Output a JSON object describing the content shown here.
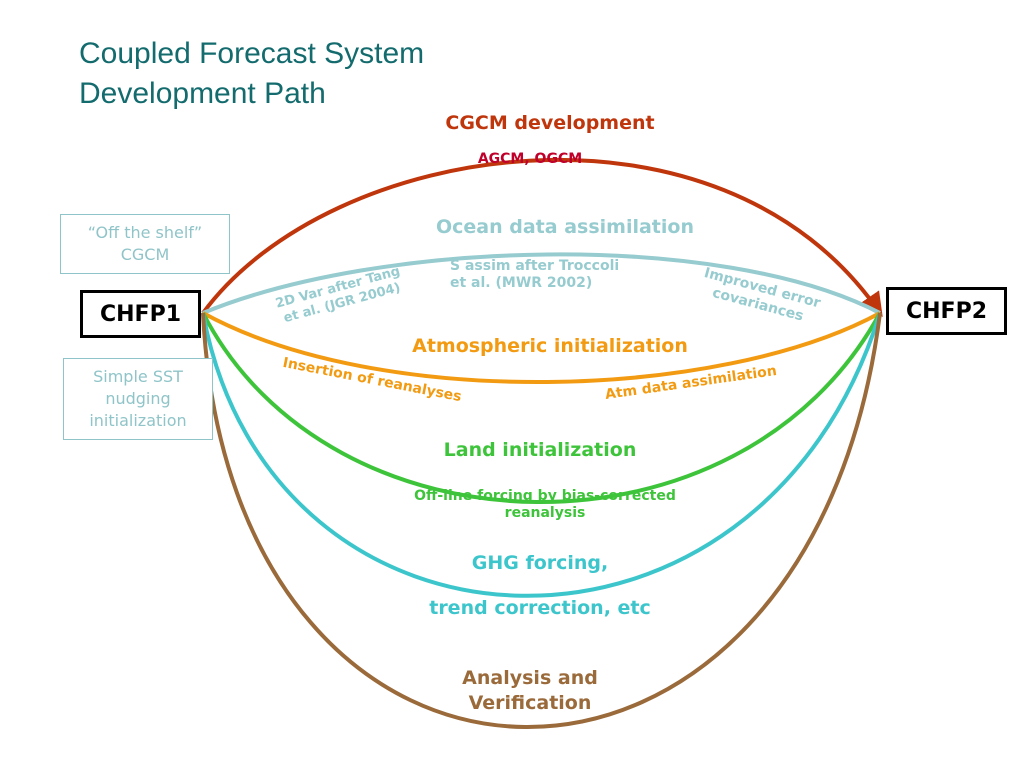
{
  "title": {
    "line1": "Coupled Forecast System",
    "line2": "Development Path"
  },
  "nodes": {
    "start": "CHFP1",
    "end": "CHFP2"
  },
  "side_notes": {
    "off_shelf": [
      "“Off the shelf”",
      "CGCM"
    ],
    "sst": [
      "Simple SST",
      "nudging",
      "initialization"
    ]
  },
  "paths": {
    "cgcm": {
      "title": "CGCM development",
      "sub": "AGCM, OGCM",
      "color": "#c0360c",
      "sub_color": "#c0002a"
    },
    "ocean": {
      "title": "Ocean data assimilation",
      "left": [
        "2D Var after Tang",
        "et al. (JGR 2004)"
      ],
      "mid": [
        "S assim after Troccoli",
        "et al. (MWR 2002)"
      ],
      "right": [
        "Improved error",
        "covariances"
      ],
      "color": "#96cbcf"
    },
    "atm": {
      "title": "Atmospheric initialization",
      "left": "Insertion of reanalyses",
      "right": "Atm data assimilation",
      "color": "#f29b12"
    },
    "land": {
      "title": "Land initialization",
      "sub": [
        "Off-line forcing by bias-corrected",
        "reanalysis"
      ],
      "color": "#3ec43a"
    },
    "ghg": {
      "line1": "GHG forcing,",
      "line2": "trend correction, etc",
      "color": "#3cc6cc"
    },
    "analysis": {
      "line1": "Analysis and",
      "line2": "Verification",
      "color": "#9a6a3a"
    }
  }
}
